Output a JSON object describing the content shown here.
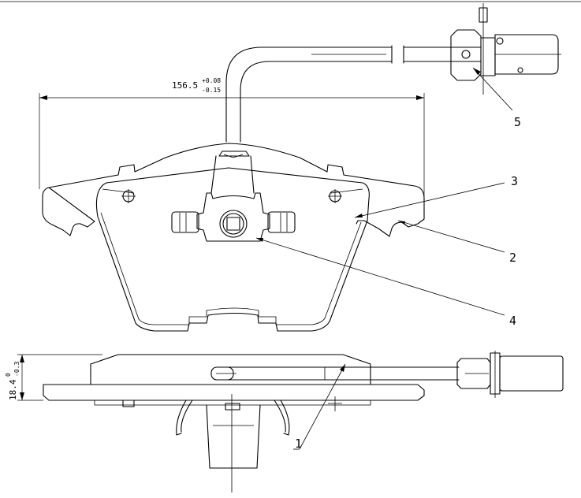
{
  "dimensions": {
    "width": {
      "value": "156.5",
      "tol_upper": "+0.08",
      "tol_lower": "-0.15"
    },
    "thickness": {
      "value": "18.4",
      "tol_upper": "0",
      "tol_lower": "-0.3"
    }
  },
  "callouts": [
    {
      "label": "1"
    },
    {
      "label": "2"
    },
    {
      "label": "3"
    },
    {
      "label": "4"
    },
    {
      "label": "5"
    }
  ],
  "colors": {
    "line": "#000000",
    "background": "#ffffff"
  }
}
